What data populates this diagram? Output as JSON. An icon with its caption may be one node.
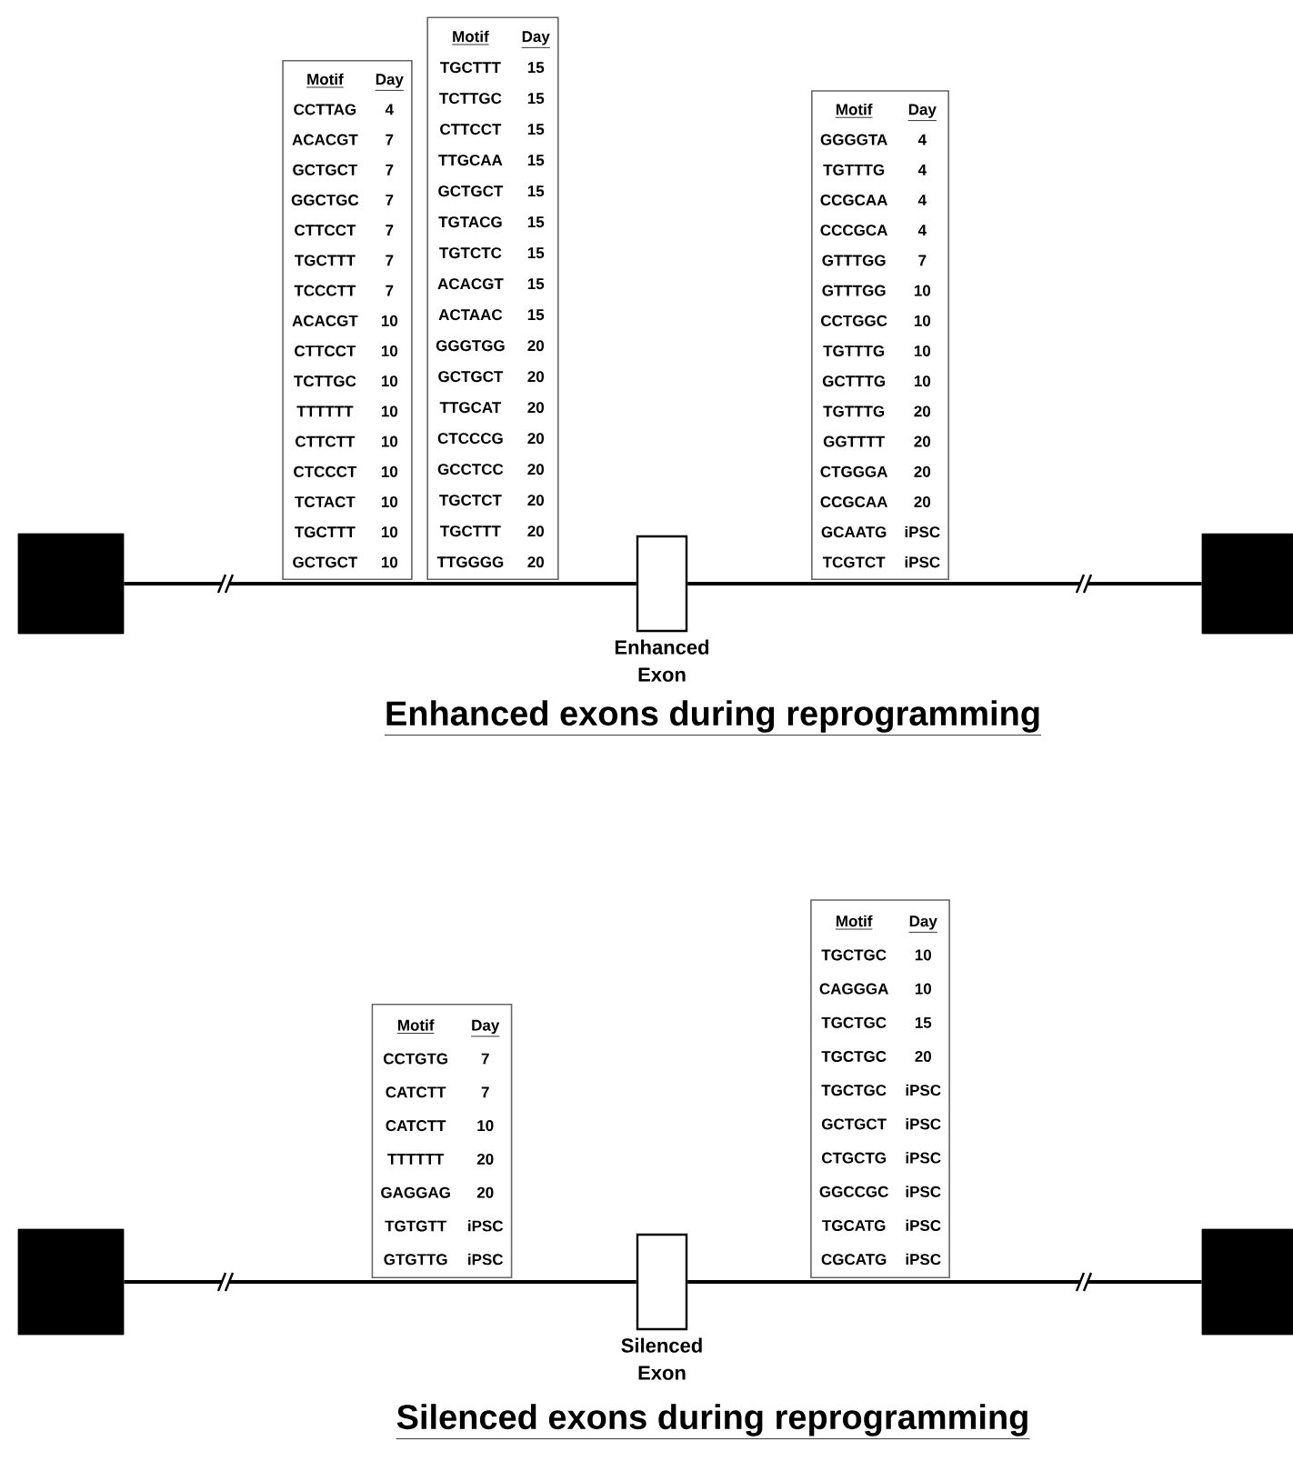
{
  "diagram": {
    "nodes": [
      {
        "text": [
          "Motif",
          "Day",
          "CCTTAG",
          "4",
          "ACACGT",
          "7",
          "GCTGCT",
          "7",
          "GGCTGC",
          "7",
          "CTTCCT",
          "7",
          "TGCTTT",
          "7",
          "TCCCTT",
          "7",
          "ACACGT",
          "10",
          "CTTCCT",
          "10",
          "TCTTGC",
          "10",
          "TTTTTT",
          "10",
          "CTTCTT",
          "10",
          "CTCCCT",
          "10",
          "TCTACT",
          "10",
          "TGCTTT",
          "10",
          "GCTGCT",
          "10"
        ]
      },
      {
        "text": [
          "Motif",
          "Day",
          "TGCTTT",
          "15",
          "TCTTGC",
          "15",
          "CTTCCT",
          "15",
          "TTGCAA",
          "15",
          "GCTGCT",
          "15",
          "TGTACG",
          "15",
          "TGTCTC",
          "15",
          "ACACGT",
          "15",
          "ACTAAC",
          "15",
          "GGGTGG",
          "20",
          "GCTGCT",
          "20",
          "TTGCAT",
          "20",
          "CTCCCG",
          "20",
          "GCCTCC",
          "20",
          "TGCTCT",
          "20",
          "TGCTTT",
          "20",
          "TTGGGG",
          "20"
        ]
      },
      {
        "text": [
          "Motif",
          "Day",
          "GGGGTA",
          "4",
          "TGTTTG",
          "4",
          "CCGCAA",
          "4",
          "CCCGCA",
          "4",
          "GTTTGG",
          "7",
          "GTTTGG",
          "10",
          "CCTGGC",
          "10",
          "TGTTTG",
          "10",
          "GCTTTG",
          "10",
          "TGTTTG",
          "20",
          "GGTTTT",
          "20",
          "CTGGGA",
          "20",
          "CCGCAA",
          "20",
          "GCAATG",
          "iPSC",
          "TCGTCT",
          "iPSC"
        ]
      },
      {
        "text": [],
        "shape": "box"
      },
      {
        "text": [],
        "shape": "box",
        "beside": [
          "Enhanced Exon"
        ]
      },
      {
        "text": [],
        "shape": "box"
      },
      {
        "text": [
          "Motif",
          "Day",
          "CCTGTG",
          "7",
          "CATCTT",
          "7",
          "CATCTT",
          "10",
          "TTTTTT",
          "20",
          "GAGGAG",
          "20",
          "TGTGTT",
          "iPSC",
          "GTGTTG",
          "iPSC"
        ]
      },
      {
        "text": [
          "Motif",
          "Day",
          "TGCTGC",
          "10",
          "CAGGGA",
          "10",
          "TGCTGC",
          "15",
          "TGCTGC",
          "20",
          "TGCTGC",
          "iPSC",
          "GCTGCT",
          "iPSC",
          "CTGCTG",
          "iPSC",
          "GGCCGC",
          "iPSC",
          "TGCATG",
          "iPSC",
          "CGCATG",
          "iPSC"
        ]
      },
      {
        "text": [],
        "shape": "box"
      },
      {
        "text": [],
        "shape": "box",
        "beside": [
          "Silenced Exon"
        ]
      },
      {
        "text": [],
        "shape": "box"
      }
    ],
    "edges": [
      {
        "from": 3,
        "to": 4,
        "arrow": "none"
      },
      {
        "from": 4,
        "to": 5,
        "arrow": "none"
      },
      {
        "from": 8,
        "to": 9,
        "arrow": "none"
      },
      {
        "from": 9,
        "to": 10,
        "arrow": "none"
      }
    ],
    "labels": [
      "Enhanced exons during reprogramming",
      "Silenced exons during reprogramming"
    ]
  }
}
